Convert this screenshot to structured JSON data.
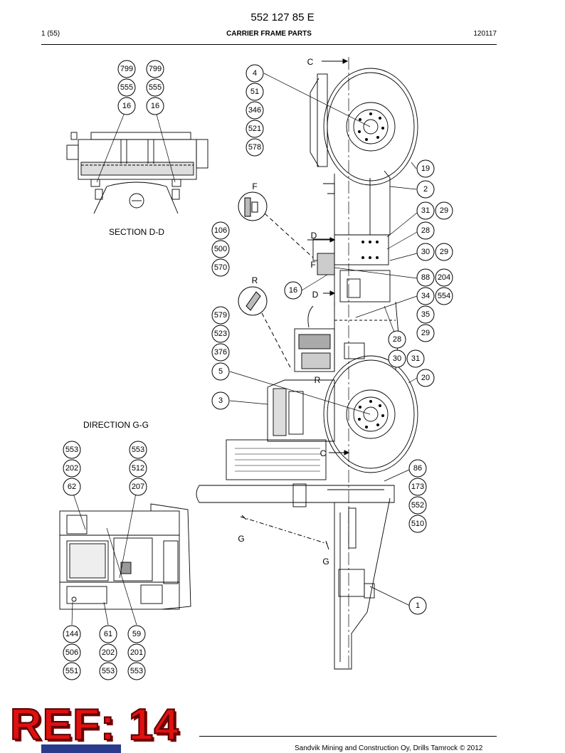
{
  "header": {
    "document_code": "552 127 85 E",
    "page_indicator": "1 (55)",
    "title": "CARRIER FRAME PARTS",
    "date_code": "120117"
  },
  "views": {
    "section_dd": "SECTION D-D",
    "direction_gg": "DIRECTION G-G"
  },
  "section_markers": {
    "c_top": "C",
    "c_bottom": "C",
    "d_top": "D",
    "d_bottom": "D",
    "f_detail": "F",
    "f_main": "F",
    "r_detail": "R",
    "r_main": "R",
    "g_left": "G",
    "g_right": "G"
  },
  "callouts": {
    "sdd_a1": "799",
    "sdd_a2": "555",
    "sdd_a3": "16",
    "sdd_b1": "799",
    "sdd_b2": "555",
    "sdd_b3": "16",
    "hub_1": "4",
    "hub_2": "51",
    "hub_3": "346",
    "hub_4": "521",
    "hub_5": "578",
    "f_1": "106",
    "f_2": "500",
    "f_3": "570",
    "r_1": "579",
    "r_2": "523",
    "r_3": "376",
    "c_5": "5",
    "c_3": "3",
    "c_16": "16",
    "c_19": "19",
    "c_2": "2",
    "c_31a": "31",
    "c_29a": "29",
    "c_28a": "28",
    "c_30a": "30",
    "c_29b": "29",
    "c_88": "88",
    "c_204": "204",
    "c_34": "34",
    "c_554": "554",
    "c_35": "35",
    "c_29c": "29",
    "c_28b": "28",
    "c_30b": "30",
    "c_31b": "31",
    "c_20": "20",
    "c_86": "86",
    "c_173": "173",
    "c_552": "552",
    "c_510": "510",
    "c_1": "1",
    "gg_l1": "553",
    "gg_l2": "202",
    "gg_l3": "62",
    "gg_r1": "553",
    "gg_r2": "512",
    "gg_r3": "207",
    "gg_b1": "144",
    "gg_b2": "506",
    "gg_b3": "551",
    "gg_c1": "61",
    "gg_c2": "202",
    "gg_c3": "553",
    "gg_d1": "59",
    "gg_d2": "201",
    "gg_d3": "553"
  },
  "watermark": "REF: 14",
  "footer": {
    "copyright": "Sandvik Mining and Construction Oy, Drills Tamrock © 2012"
  }
}
